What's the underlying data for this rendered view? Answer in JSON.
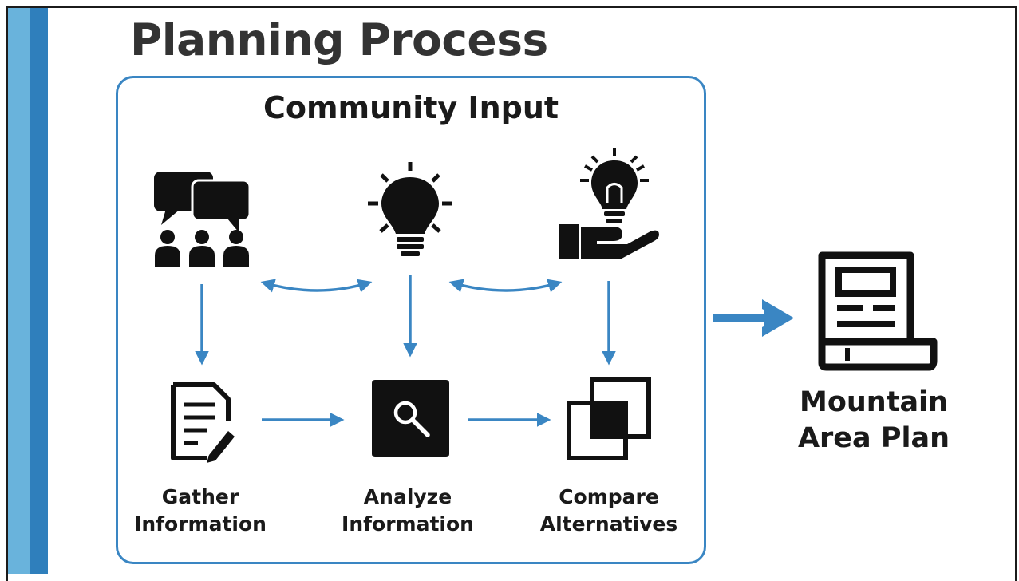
{
  "slide": {
    "title": "Planning Process",
    "accent_light": "#69b3dc",
    "accent_dark": "#2f7fbc"
  },
  "panel": {
    "title": "Community Input",
    "border_color": "#3a86c3"
  },
  "top_icons": [
    {
      "name": "discussion-group-icon"
    },
    {
      "name": "lightbulb-icon"
    },
    {
      "name": "hand-lightbulb-icon"
    }
  ],
  "steps": [
    {
      "icon": "document-edit-icon",
      "line1": "Gather",
      "line2": "Information"
    },
    {
      "icon": "magnifier-icon",
      "line1": "Analyze",
      "line2": "Information"
    },
    {
      "icon": "overlapping-squares-icon",
      "line1": "Compare",
      "line2": "Alternatives"
    }
  ],
  "output": {
    "icon": "document-scroll-icon",
    "line1": "Mountain",
    "line2": "Area Plan"
  },
  "arrow_color": "#3a86c3"
}
